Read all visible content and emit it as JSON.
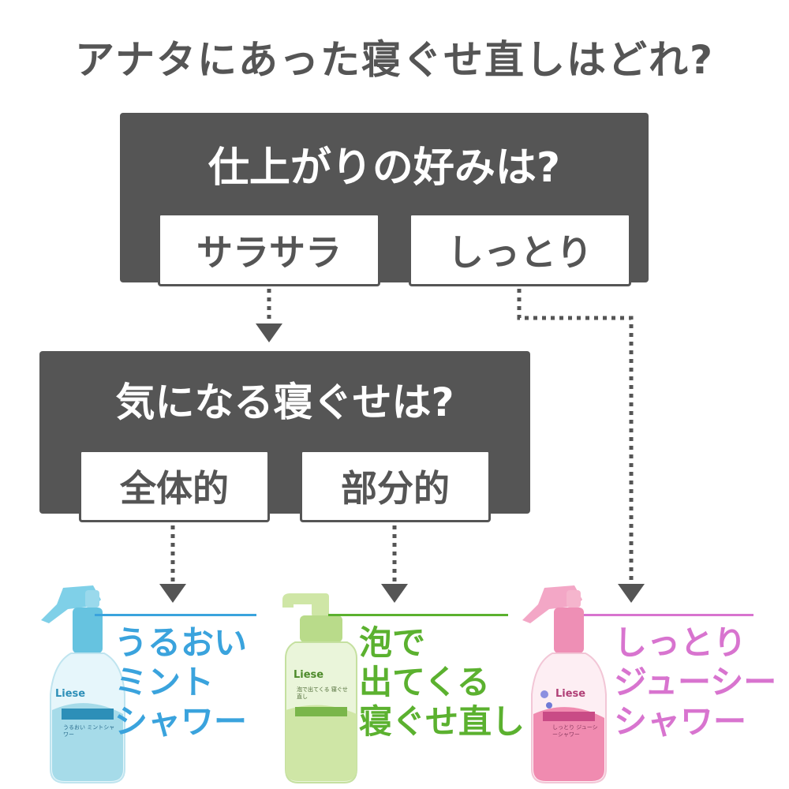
{
  "title": "アナタにあった寝ぐせ直しはどれ?",
  "q1": {
    "question": "仕上がりの好みは?",
    "option_a": "サラサラ",
    "option_b": "しっとり"
  },
  "q2": {
    "question": "気になる寝ぐせは?",
    "option_a": "全体的",
    "option_b": "部分的"
  },
  "products": [
    {
      "brand": "Liese",
      "name_lines": [
        "うるおい",
        "ミント",
        "シャワー"
      ],
      "color": "#3aa3dd",
      "bottle_color": "#9fd6ea",
      "label_text": "うるおい ミントシャワー"
    },
    {
      "brand": "Liese",
      "name_lines": [
        "泡で",
        "出てくる",
        "寝ぐせ直し"
      ],
      "color": "#5bb12f",
      "bottle_color": "#cfe6a6",
      "label_text": "泡で出てくる 寝ぐせ直し"
    },
    {
      "brand": "Liese",
      "name_lines": [
        "しっとり",
        "ジューシー",
        "シャワー"
      ],
      "color": "#d874cf",
      "bottle_color": "#f2a7c2",
      "label_text": "しっとり ジューシーシャワー"
    }
  ],
  "colors": {
    "dark": "#555555",
    "white": "#ffffff"
  }
}
